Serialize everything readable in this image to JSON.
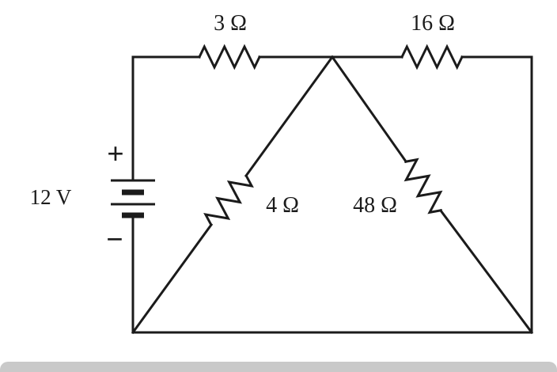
{
  "diagram_type": "circuit",
  "battery": {
    "voltage": "12 V",
    "plus": "+",
    "minus": "−"
  },
  "resistors": [
    {
      "label": "3 Ω"
    },
    {
      "label": "16 Ω"
    },
    {
      "label": "4 Ω"
    },
    {
      "label": "48 Ω"
    }
  ],
  "colors": {
    "line": "#1b1b1b",
    "background": "#ffffff",
    "page_edge": "#c9c9c9"
  }
}
